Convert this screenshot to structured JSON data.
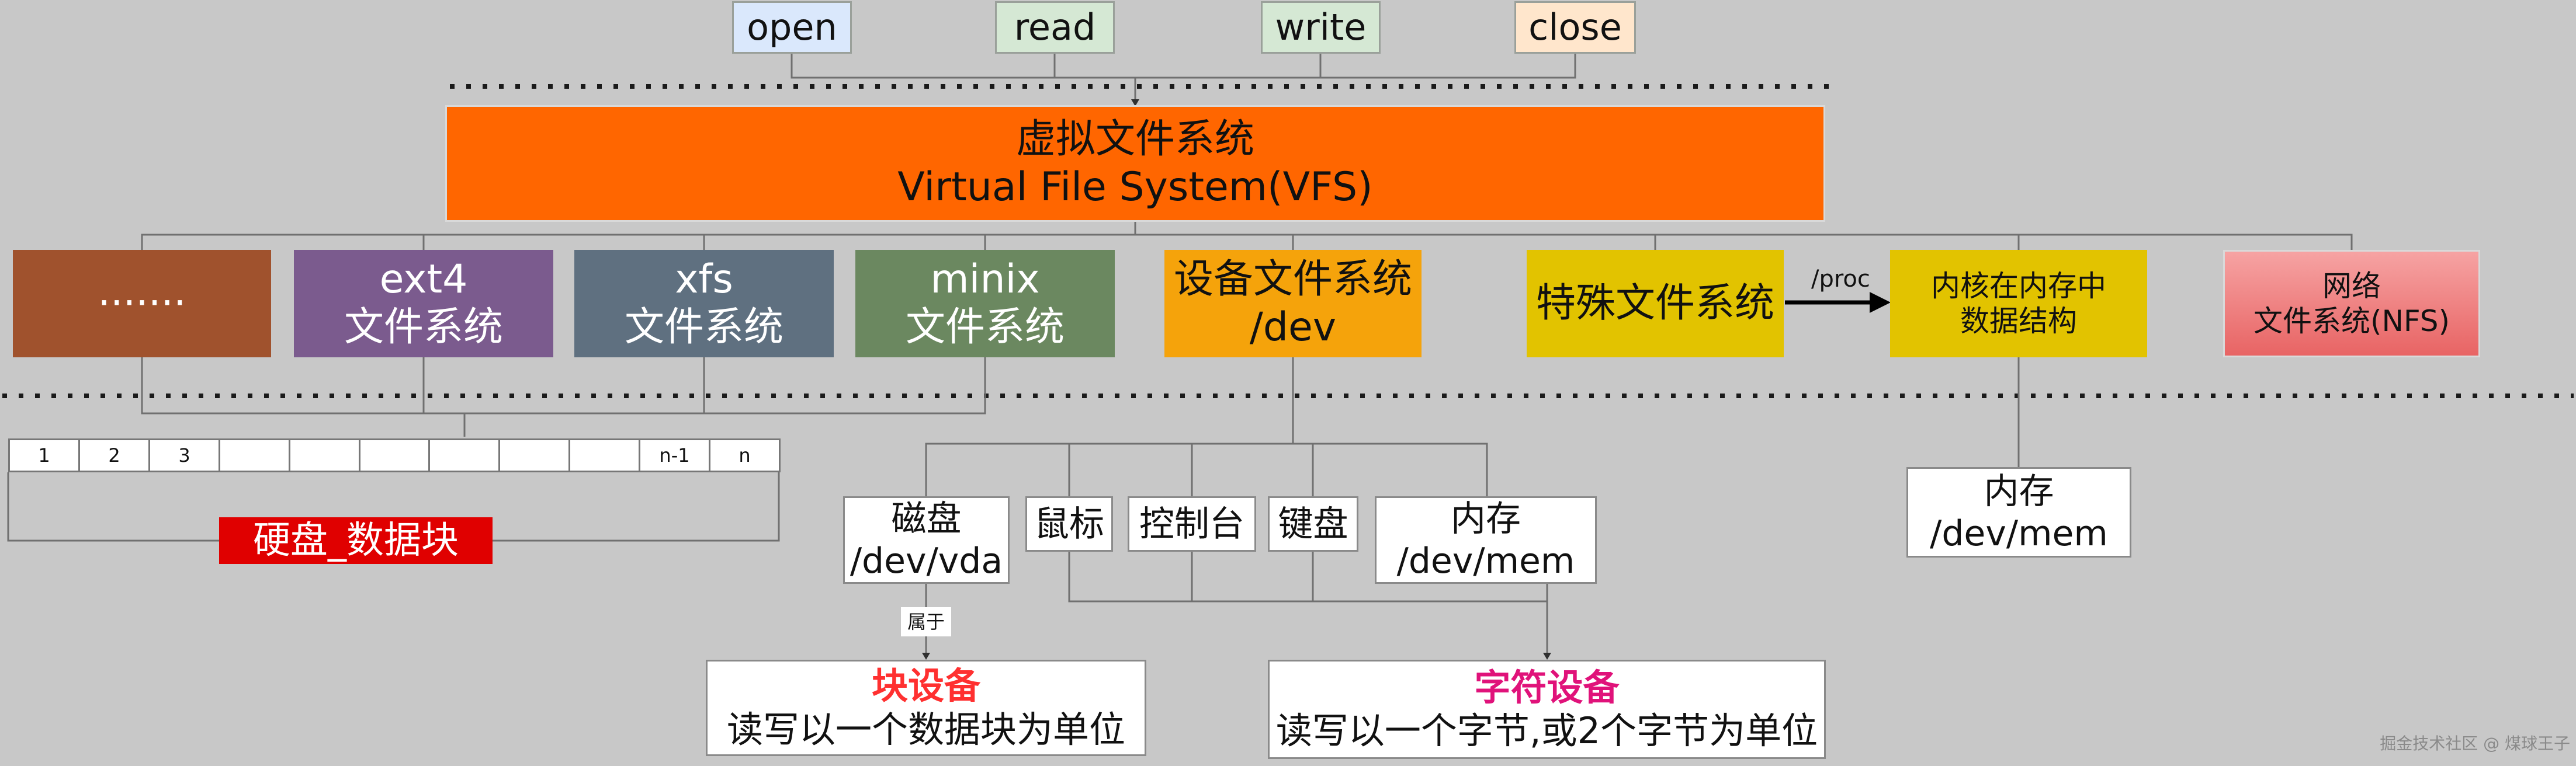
{
  "ops": {
    "open": "open",
    "read": "read",
    "write": "write",
    "close": "close"
  },
  "vfs": {
    "title_cn": "虚拟文件系统",
    "title_en": "Virtual File System(VFS)"
  },
  "fs": {
    "dots": "·······",
    "ext4_name": "ext4",
    "xfs_name": "xfs",
    "minix_name": "minix",
    "fs_suffix": "文件系统",
    "dev_line1": "设备文件系统",
    "dev_line2": "/dev",
    "special": "特殊文件系统",
    "proc_label": "/proc",
    "kernel_line1": "内核在内存中",
    "kernel_line2": "数据结构",
    "net_line1": "网络",
    "net_line2": "文件系统(NFS)"
  },
  "disk": {
    "blocks": [
      "1",
      "2",
      "3",
      "",
      "",
      "",
      "",
      "",
      "",
      "n-1",
      "n"
    ],
    "label": "硬盘_数据块"
  },
  "devices": {
    "disk_line1": "磁盘",
    "disk_line2": "/dev/vda",
    "mouse": "鼠标",
    "console": "控制台",
    "keyboard": "键盘",
    "mem_line1": "内存",
    "mem_line2": "/dev/mem",
    "belongs": "属于"
  },
  "kernel_mem": {
    "line1": "内存",
    "line2": "/dev/mem"
  },
  "block_device": {
    "title": "块设备",
    "desc": "读写以一个数据块为单位"
  },
  "char_device": {
    "title": "字符设备",
    "desc": "读写以一个字节,或2个字节为单位"
  },
  "watermark": "掘金技术社区 @ 煤球王子",
  "colors": {
    "background": "#c8c8c8",
    "vfs": "#ff6600",
    "dots_fs": "#a0522d",
    "ext4": "#7b5b8e",
    "xfs": "#5f7080",
    "minix": "#6b8860",
    "dev_fs": "#f5a30b",
    "special": "#e2c300",
    "kernel": "#e2c300",
    "net": "#f07f7f",
    "disk_label": "#e00000",
    "block_title": "#ff3030",
    "char_title": "#e0127a",
    "op_open": "#dae8fc",
    "op_read": "#d5e8d4",
    "op_write": "#d5e8d4",
    "op_close": "#ffe6cc"
  }
}
